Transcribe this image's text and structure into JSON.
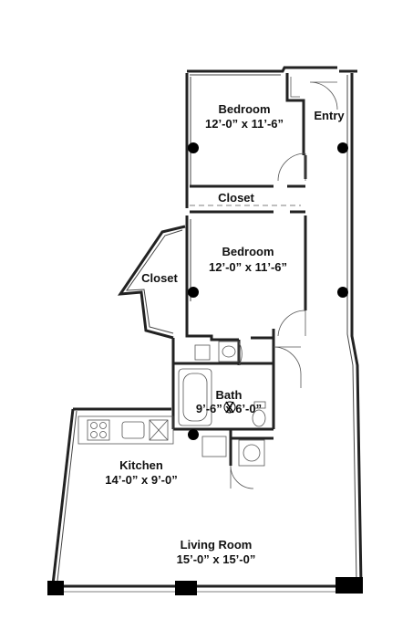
{
  "rooms": [
    {
      "name": "Bedroom",
      "size": "12’-0” x 11’-6”"
    },
    {
      "name": "Entry",
      "size": ""
    },
    {
      "name": "Closet",
      "size": ""
    },
    {
      "name": "Bedroom",
      "size": "12’-0” x 11’-6”"
    },
    {
      "name": "Closet",
      "size": ""
    },
    {
      "name": "Bath",
      "size": "9’-6” x 6’-0”"
    },
    {
      "name": "Kitchen",
      "size": "14’-0” x 9’-0”"
    },
    {
      "name": "Living Room",
      "size": "15’-0” x 15’-0”"
    }
  ]
}
